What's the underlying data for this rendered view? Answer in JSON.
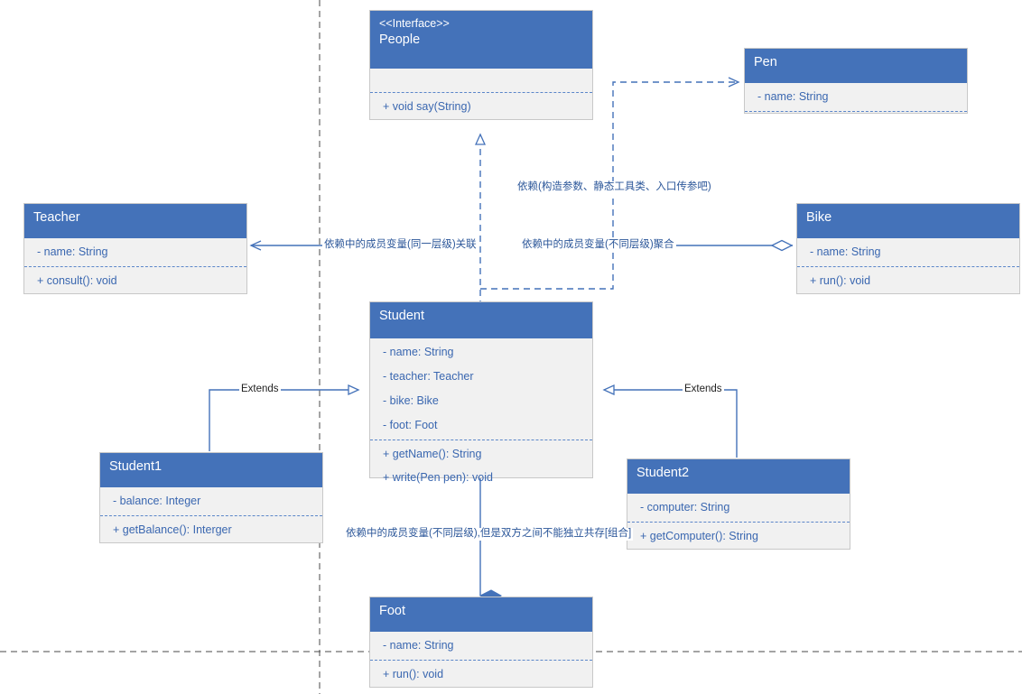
{
  "diagram": {
    "title": "UML Class Diagram",
    "accent_color": "#4472b9",
    "body_color": "#f1f1f1",
    "text_color": "#3a67b0",
    "line_color": "#4472b9"
  },
  "classes": {
    "people": {
      "stereotype": "<<Interface>>",
      "name": "People",
      "attributes": [],
      "methods": [
        "+ void say(String)"
      ]
    },
    "pen": {
      "name": "Pen",
      "attributes": [
        "- name: String"
      ],
      "methods": []
    },
    "teacher": {
      "name": "Teacher",
      "attributes": [
        "- name: String"
      ],
      "methods": [
        "+ consult(): void"
      ]
    },
    "bike": {
      "name": "Bike",
      "attributes": [
        "- name: String"
      ],
      "methods": [
        "+ run(): void"
      ]
    },
    "student": {
      "name": "Student",
      "attributes": [
        "- name: String",
        "- teacher: Teacher",
        "- bike: Bike",
        "- foot: Foot"
      ],
      "methods": [
        "+ getName(): String",
        "+ write(Pen pen): void"
      ]
    },
    "student1": {
      "name": "Student1",
      "attributes": [
        "- balance: Integer"
      ],
      "methods": [
        "+ getBalance(): Interger"
      ]
    },
    "student2": {
      "name": "Student2",
      "attributes": [
        "- computer: String"
      ],
      "methods": [
        "+ getComputer(): String"
      ]
    },
    "foot": {
      "name": "Foot",
      "attributes": [
        "- name: String"
      ],
      "methods": [
        "+ run(): void"
      ]
    }
  },
  "edge_labels": {
    "dependency": "依赖(构造参数、静态工具类、入口传参吧)",
    "association": "依赖中的成员变量(同一层级)关联",
    "aggregation": "依赖中的成员变量(不同层级)聚合",
    "composition": "依赖中的成员变量(不同层级),但是双方之间不能独立共存[组合]",
    "extends_left": "Extends",
    "extends_right": "Extends"
  }
}
